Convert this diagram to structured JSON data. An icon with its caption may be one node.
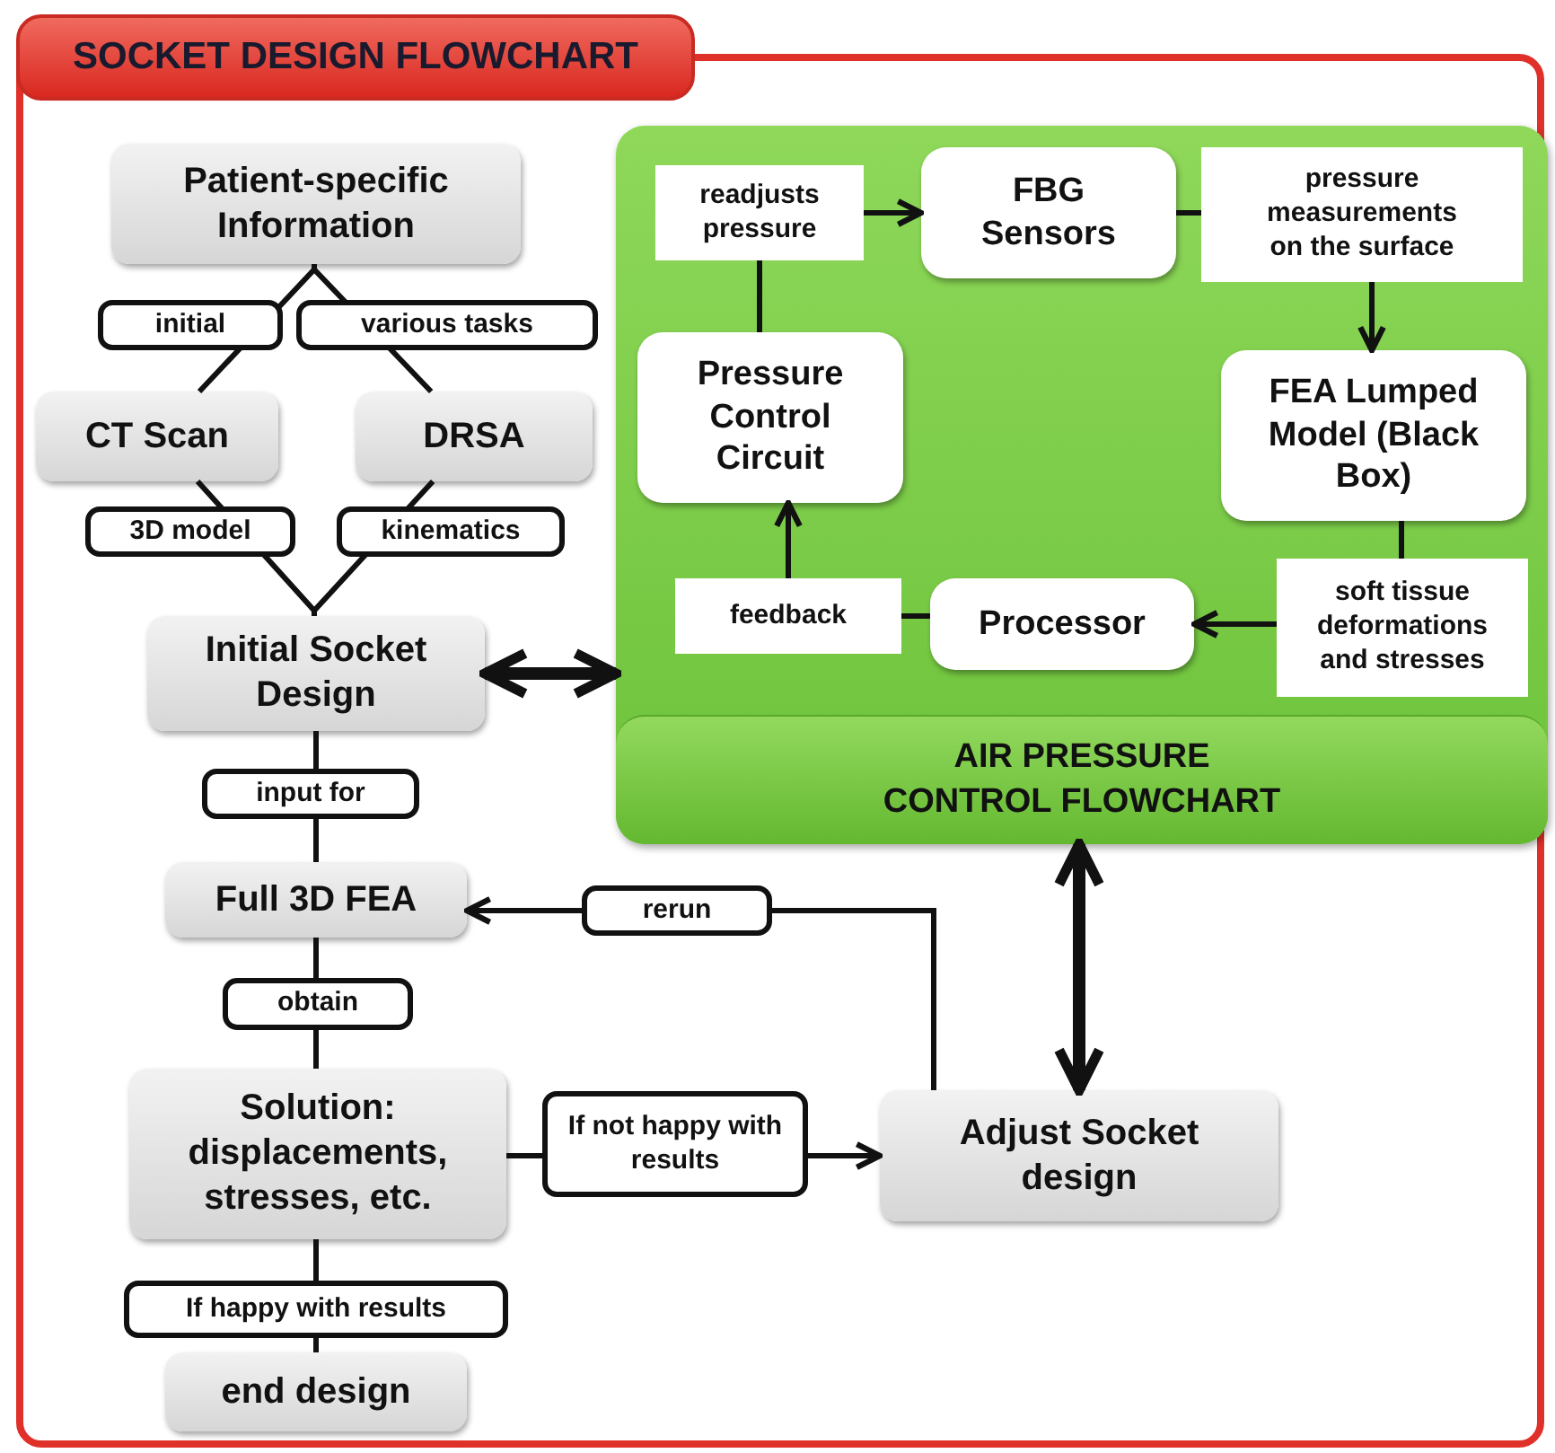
{
  "diagram": {
    "title": "SOCKET DESIGN FLOWCHART",
    "nodes": [
      {
        "text": [
          "Patient-specific Information"
        ]
      },
      {
        "text": [
          "CT Scan"
        ]
      },
      {
        "text": [
          "DRSA"
        ]
      },
      {
        "text": [
          "Initial Socket Design"
        ]
      },
      {
        "text": [
          "Full 3D FEA"
        ]
      },
      {
        "text": [
          "Solution: displacements, stresses, etc."
        ]
      },
      {
        "text": [
          "end design"
        ]
      },
      {
        "text": [
          "Adjust Socket design"
        ]
      },
      {
        "text": [
          "AIR PRESSURE CONTROL FLOWCHART"
        ]
      },
      {
        "text": [
          "FBG Sensors"
        ],
        "in": 8
      },
      {
        "text": [
          "FEA Lumped Model (Black Box)"
        ],
        "in": 8
      },
      {
        "text": [
          "Processor"
        ],
        "in": 8
      },
      {
        "text": [
          "Pressure Control Circuit"
        ],
        "in": 8
      },
      {
        "text": [
          "readjusts pressure"
        ],
        "in": 8
      },
      {
        "text": [
          "pressure measurements on the surface"
        ],
        "in": 8
      },
      {
        "text": [
          "soft tissue deformations and stresses"
        ],
        "in": 8
      },
      {
        "text": [
          "feedback"
        ],
        "in": 8
      }
    ],
    "edges": [
      {
        "from": 0,
        "to": 1,
        "arrow": "none",
        "label": "initial"
      },
      {
        "from": 0,
        "to": 2,
        "arrow": "none",
        "label": "various tasks"
      },
      {
        "from": 1,
        "to": 3,
        "arrow": "none",
        "label": "3D model"
      },
      {
        "from": 2,
        "to": 3,
        "arrow": "none",
        "label": "kinematics"
      },
      {
        "from": 3,
        "to": 4,
        "arrow": "none",
        "label": "input for"
      },
      {
        "from": 4,
        "to": 5,
        "arrow": "none",
        "label": "obtain"
      },
      {
        "from": 5,
        "to": 6,
        "arrow": "none",
        "label": "If happy with results"
      },
      {
        "from": 5,
        "to": 7,
        "arrow": "to",
        "label": "If not happy with results"
      },
      {
        "from": 7,
        "to": 4,
        "arrow": "to",
        "label": "rerun"
      },
      {
        "from": 3,
        "to": 8,
        "arrow": "both",
        "style": "thick"
      },
      {
        "from": 7,
        "to": 8,
        "arrow": "both",
        "style": "thick"
      },
      {
        "from": 12,
        "to": 13,
        "arrow": "none"
      },
      {
        "from": 13,
        "to": 9,
        "arrow": "to"
      },
      {
        "from": 9,
        "to": 14,
        "arrow": "none"
      },
      {
        "from": 14,
        "to": 10,
        "arrow": "to"
      },
      {
        "from": 10,
        "to": 15,
        "arrow": "none"
      },
      {
        "from": 15,
        "to": 11,
        "arrow": "to"
      },
      {
        "from": 11,
        "to": 16,
        "arrow": "none"
      },
      {
        "from": 16,
        "to": 12,
        "arrow": "to"
      }
    ]
  }
}
